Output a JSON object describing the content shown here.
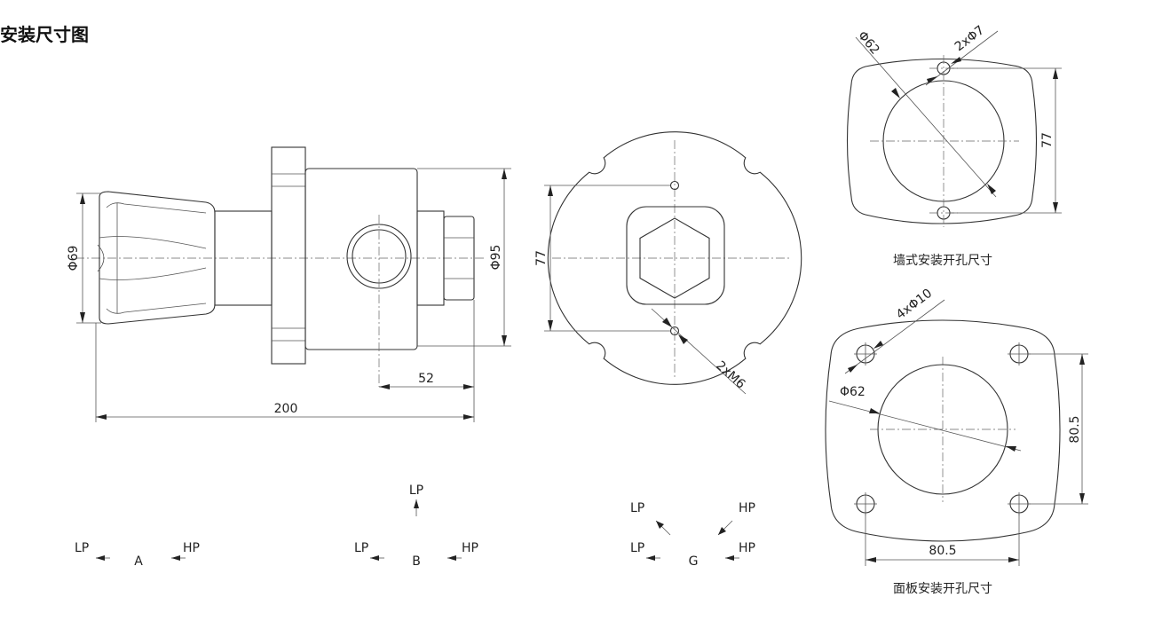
{
  "title": "安装尺寸图",
  "side_view": {
    "dims": {
      "knob_diameter": "Φ69",
      "body_diameter": "Φ95",
      "port_offset": "52",
      "overall_length": "200"
    }
  },
  "front_view": {
    "dims": {
      "hole_spacing": "77",
      "thread_holes": "2xM6"
    }
  },
  "wall_cutout": {
    "caption": "墙式安装开孔尺寸",
    "dims": {
      "hole_diameter": "Φ62",
      "mount_holes": "2xΦ7",
      "hole_spacing": "77"
    }
  },
  "panel_cutout": {
    "caption": "面板安装开孔尺寸",
    "dims": {
      "mount_holes": "4xΦ10",
      "hole_diameter": "Φ62",
      "vertical_spacing": "80.5",
      "horizontal_spacing": "80.5"
    }
  },
  "ports": {
    "A": {
      "label": "A",
      "lp": "LP",
      "hp": "HP"
    },
    "B": {
      "label": "B",
      "lp_top": "LP",
      "lp": "LP",
      "hp": "HP"
    },
    "G": {
      "label": "G",
      "lp_top": "LP",
      "hp_top": "HP",
      "lp": "LP",
      "hp": "HP"
    }
  }
}
